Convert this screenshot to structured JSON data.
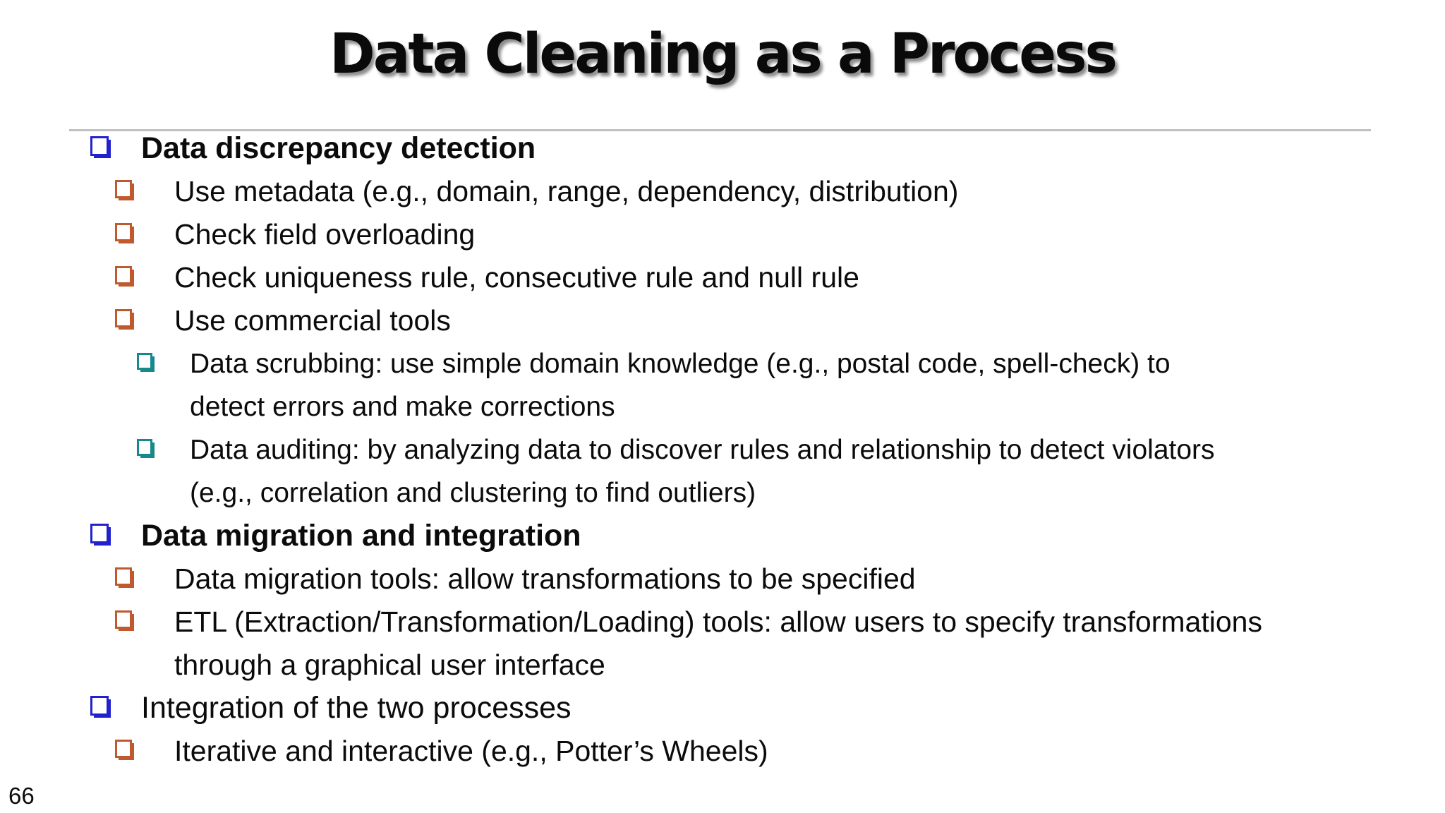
{
  "slide": {
    "title": "Data Cleaning as a Process",
    "page_number": "66",
    "colors": {
      "level1_bullet": "#2121CE",
      "level2_bullet": "#C05A2E",
      "level3_bullet": "#17898C",
      "divider": "#C0C0C0",
      "text": "#0B0B0B"
    },
    "bullets": [
      {
        "level": 1,
        "bold": true,
        "text": "Data discrepancy detection"
      },
      {
        "level": 2,
        "bold": false,
        "text": "Use metadata (e.g., domain, range, dependency, distribution)"
      },
      {
        "level": 2,
        "bold": false,
        "text": "Check field overloading"
      },
      {
        "level": 2,
        "bold": false,
        "text": "Check uniqueness rule, consecutive rule and null rule"
      },
      {
        "level": 2,
        "bold": false,
        "text": "Use commercial tools"
      },
      {
        "level": 3,
        "bold": false,
        "text": "Data scrubbing: use simple domain knowledge (e.g., postal code, spell-check) to\ndetect errors and make corrections"
      },
      {
        "level": 3,
        "bold": false,
        "text": "Data auditing: by analyzing data to discover rules and relationship to detect violators\n(e.g., correlation and clustering to find outliers)"
      },
      {
        "level": 1,
        "bold": true,
        "text": "Data migration and integration"
      },
      {
        "level": 2,
        "bold": false,
        "text": "Data migration tools: allow transformations to be specified"
      },
      {
        "level": 2,
        "bold": false,
        "text": "ETL (Extraction/Transformation/Loading) tools: allow users to specify transformations\nthrough a graphical user interface"
      },
      {
        "level": 1,
        "bold": false,
        "text": "Integration of the two processes"
      },
      {
        "level": 2,
        "bold": false,
        "text": "Iterative and interactive (e.g., Potter’s Wheels)"
      }
    ]
  }
}
